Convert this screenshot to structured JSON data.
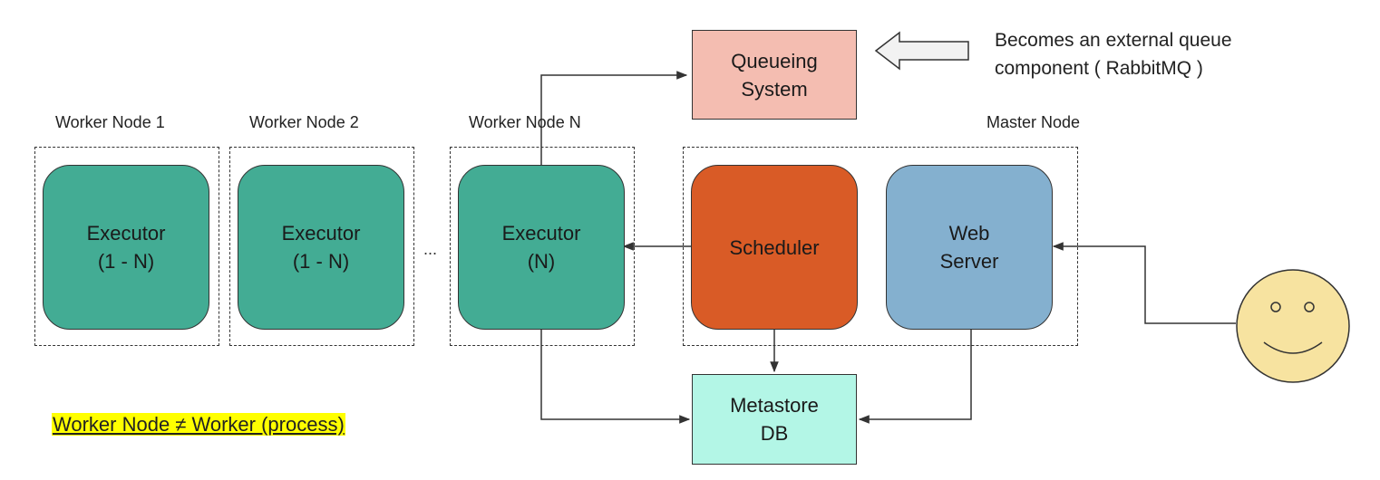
{
  "diagram": {
    "worker_nodes": [
      {
        "label": "Worker Node 1",
        "executor_line1": "Executor",
        "executor_line2": "(1 - N)"
      },
      {
        "label": "Worker Node 2",
        "executor_line1": "Executor",
        "executor_line2": "(1 - N)"
      },
      {
        "label": "Worker Node N",
        "executor_line1": "Executor",
        "executor_line2": "(N)"
      }
    ],
    "ellipsis": "...",
    "master_node": {
      "label": "Master Node",
      "scheduler": "Scheduler",
      "webserver_line1": "Web",
      "webserver_line2": "Server"
    },
    "queue": {
      "line1": "Queueing",
      "line2": "System"
    },
    "metastore": {
      "line1": "Metastore",
      "line2": "DB"
    },
    "note": {
      "line1": "Becomes an external queue",
      "line2": "component ( RabbitMQ )"
    },
    "caption": "Worker Node ≠ Worker (process)",
    "colors": {
      "executor": "#43ac94",
      "scheduler": "#d95b26",
      "webserver": "#84b0cf",
      "queue": "#f4bdb1",
      "metastore": "#b3f6e6",
      "user": "#f7e3a0",
      "highlight": "#ffff00"
    },
    "icons": {
      "user": "smiley-face",
      "arrow": "hollow-left-arrow"
    }
  }
}
